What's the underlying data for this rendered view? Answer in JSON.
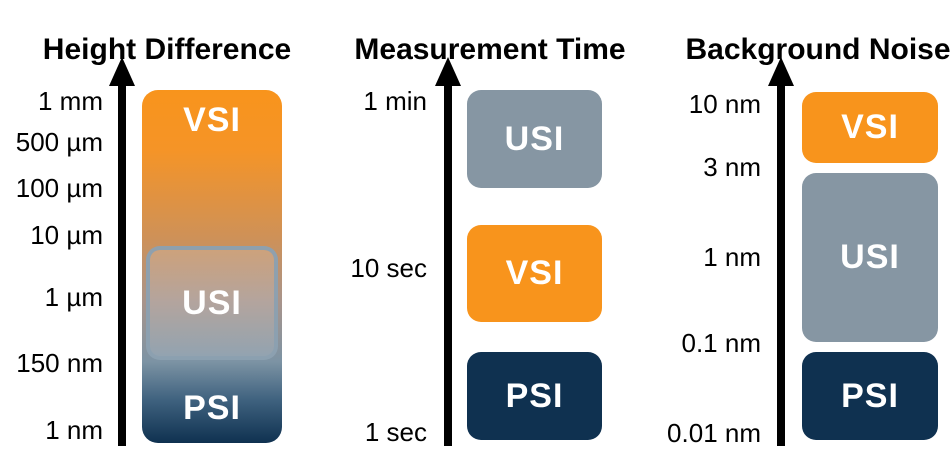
{
  "colors": {
    "orange": "#F8941C",
    "steel_gray": "#8696A3",
    "navy": "#0F3150",
    "axis_black": "#000000",
    "usi_overlay_border": "#8BA0B0",
    "label_text": "#FFFFFF"
  },
  "chart_data": [
    {
      "type": "bar",
      "title": "Height Difference",
      "orientation": "vertical",
      "scale": "logarithmic",
      "axis_range": [
        "1 nm",
        "1 mm"
      ],
      "ticks": [
        "1 mm",
        "500 µm",
        "100 µm",
        "10 µm",
        "1 µm",
        "150 nm",
        "1 nm"
      ],
      "grid": false,
      "series": [
        {
          "name": "VSI",
          "range_low": "10 µm",
          "range_high": "1 mm",
          "color": "#F8941C",
          "style": "gradient-bar-top"
        },
        {
          "name": "USI",
          "range_low": "150 nm",
          "range_high": "10 µm",
          "color": "#8BA0B0",
          "style": "translucent-overlay"
        },
        {
          "name": "PSI",
          "range_low": "1 nm",
          "range_high": "150 nm",
          "color": "#0F3150",
          "style": "gradient-bar-bottom"
        }
      ]
    },
    {
      "type": "bar",
      "title": "Measurement Time",
      "orientation": "vertical",
      "scale": "logarithmic",
      "axis_range": [
        "1 sec",
        "1 min"
      ],
      "ticks": [
        "1 min",
        "10 sec",
        "1 sec"
      ],
      "grid": false,
      "series": [
        {
          "name": "USI",
          "range_low": "~30 sec",
          "range_high": "~1 min",
          "color": "#8696A3"
        },
        {
          "name": "VSI",
          "range_low": "~5 sec",
          "range_high": "~20 sec",
          "color": "#F8941C"
        },
        {
          "name": "PSI",
          "range_low": "~1 sec",
          "range_high": "~3 sec",
          "color": "#0F3150"
        }
      ]
    },
    {
      "type": "bar",
      "title": "Background Noise",
      "orientation": "vertical",
      "scale": "logarithmic",
      "axis_range": [
        "0.01 nm",
        "10 nm"
      ],
      "ticks": [
        "10 nm",
        "3 nm",
        "1 nm",
        "0.1 nm",
        "0.01 nm"
      ],
      "grid": false,
      "series": [
        {
          "name": "VSI",
          "range_low": "3 nm",
          "range_high": "10 nm",
          "color": "#F8941C"
        },
        {
          "name": "USI",
          "range_low": "0.1 nm",
          "range_high": "3 nm",
          "color": "#8696A3"
        },
        {
          "name": "PSI",
          "range_low": "0.01 nm",
          "range_high": "0.1 nm",
          "color": "#0F3150"
        }
      ]
    }
  ]
}
